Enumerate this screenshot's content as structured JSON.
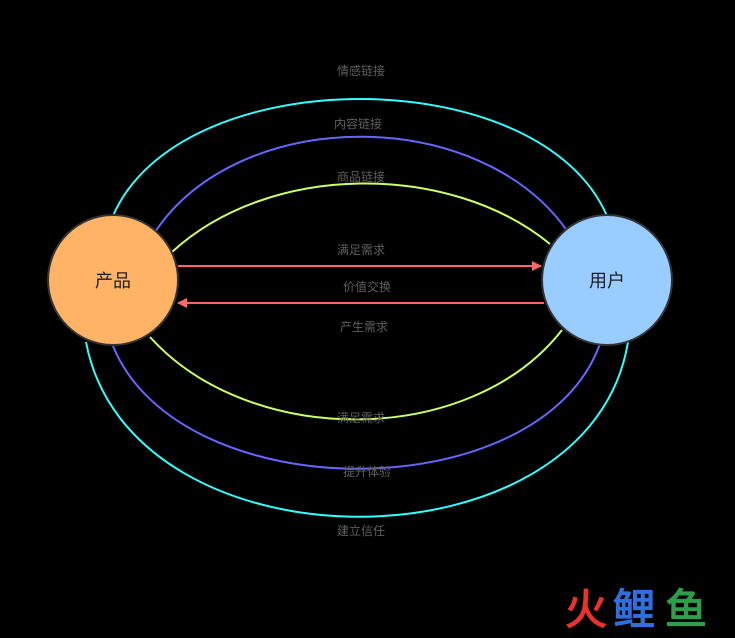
{
  "colors": {
    "background": "#000000",
    "product_fill": "#FFB366",
    "user_fill": "#99CCFF",
    "node_stroke": "#333333",
    "cyan": "#33FFFF",
    "blue": "#6666FF",
    "lime": "#CCFF66",
    "red": "#FF6666",
    "label": "#5f5f5f",
    "logo_red": "#E8332B",
    "logo_blue": "#2F6FDB",
    "logo_green": "#2E9E4A"
  },
  "nodes": {
    "product": {
      "label": "产品"
    },
    "user": {
      "label": "用户"
    }
  },
  "edges": {
    "top_outer": "情感链接",
    "top_middle": "内容链接",
    "top_inner": "商品链接",
    "arrow_to_user": "满足需求",
    "arrow_center": "价值交换",
    "arrow_to_product": "产生需求",
    "bottom_inner": "满足需求",
    "bottom_middle": "提升体验",
    "bottom_outer": "建立信任"
  },
  "logo": {
    "char1": "火",
    "char2": "鲤",
    "char3": "鱼"
  }
}
